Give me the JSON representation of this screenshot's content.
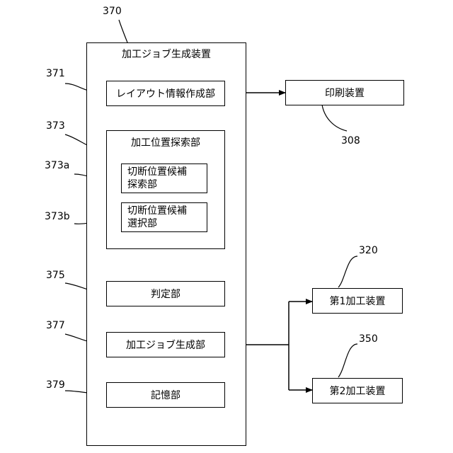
{
  "main_device": {
    "ref": "370",
    "label": "加工ジョブ生成装置"
  },
  "units": {
    "layout_info": {
      "ref": "371",
      "label": "レイアウト情報作成部"
    },
    "position_search": {
      "ref": "373",
      "label": "加工位置探索部"
    },
    "cut_search": {
      "ref": "373a",
      "line1": "切断位置候補",
      "line2": "探索部"
    },
    "cut_select": {
      "ref": "373b",
      "line1": "切断位置候補",
      "line2": "選択部"
    },
    "judge": {
      "ref": "375",
      "label": "判定部"
    },
    "job_gen": {
      "ref": "377",
      "label": "加工ジョブ生成部"
    },
    "storage": {
      "ref": "379",
      "label": "記憶部"
    }
  },
  "externals": {
    "printer": {
      "ref": "308",
      "label": "印刷装置"
    },
    "processor1": {
      "ref": "320",
      "label": "第1加工装置"
    },
    "processor2": {
      "ref": "350",
      "label": "第2加工装置"
    }
  }
}
